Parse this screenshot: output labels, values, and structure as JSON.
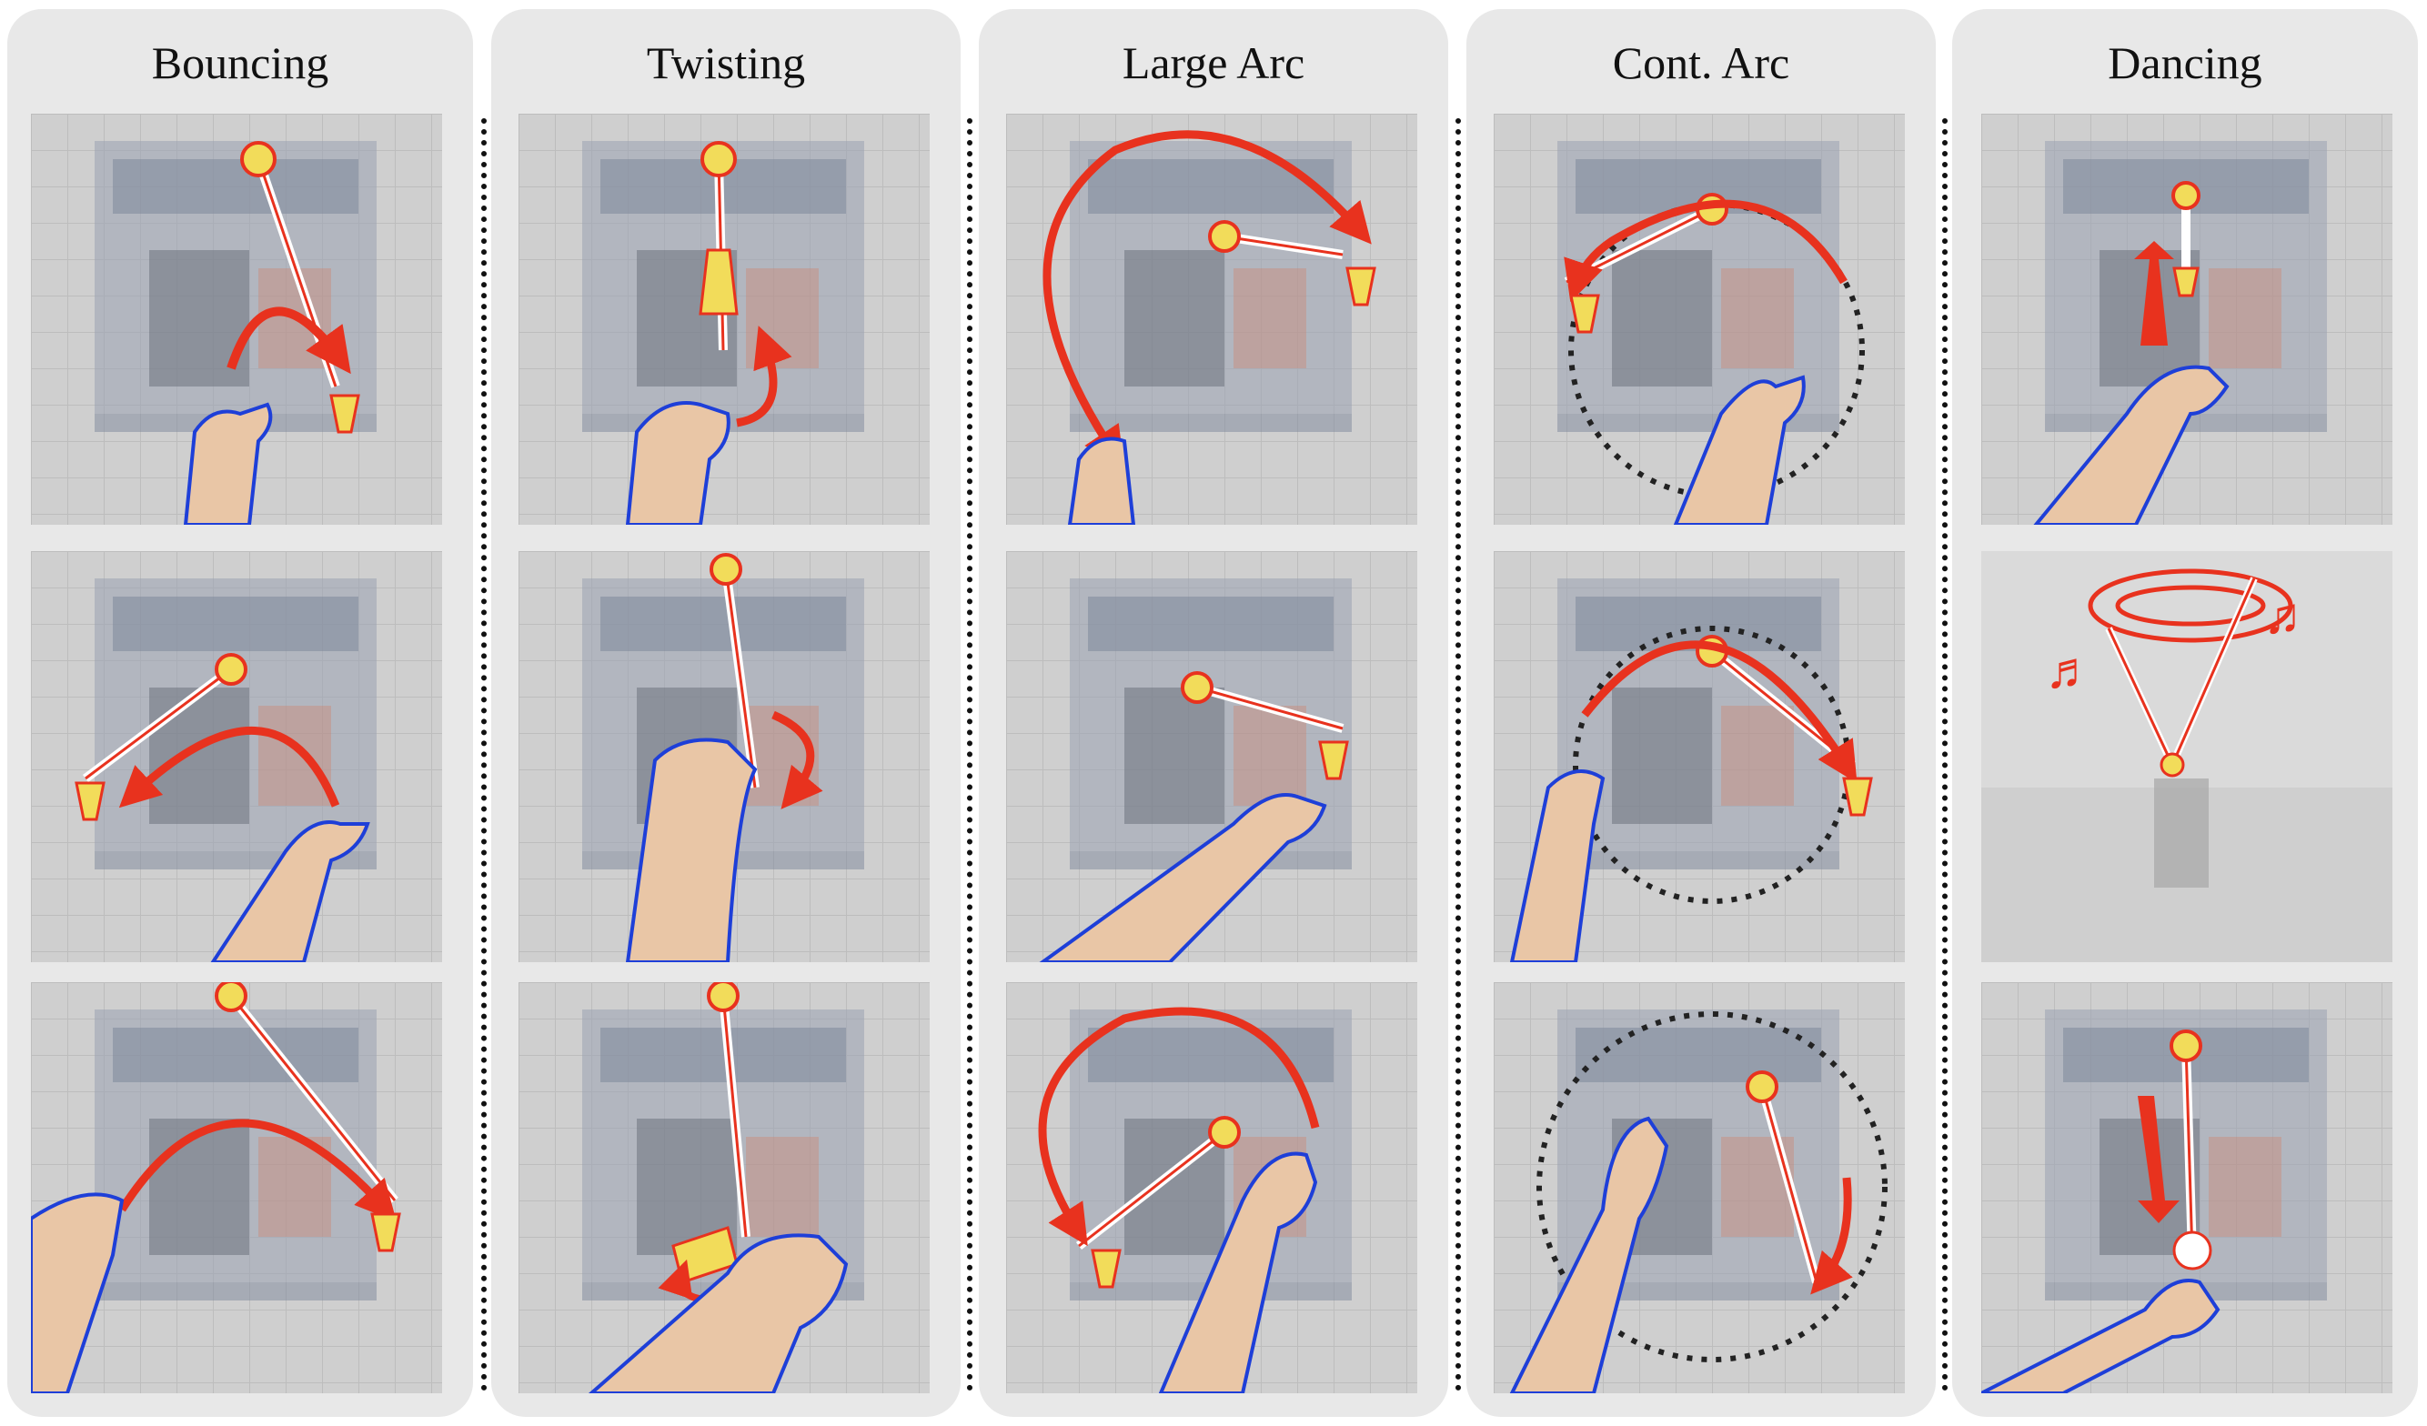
{
  "columns": [
    {
      "title": "Bouncing"
    },
    {
      "title": "Twisting"
    },
    {
      "title": "Large Arc"
    },
    {
      "title": "Cont. Arc"
    },
    {
      "title": "Dancing"
    }
  ],
  "colors": {
    "panel_background": "#e8e8e8",
    "arrow": "#e8321e",
    "hand_outline": "#1e3fd8",
    "guide_circle": "#222222",
    "cone": "#f2dc5a"
  },
  "icons": {
    "trajectory": "red-arrow",
    "guide": "dotted-circle",
    "music": "music-note-icon"
  }
}
